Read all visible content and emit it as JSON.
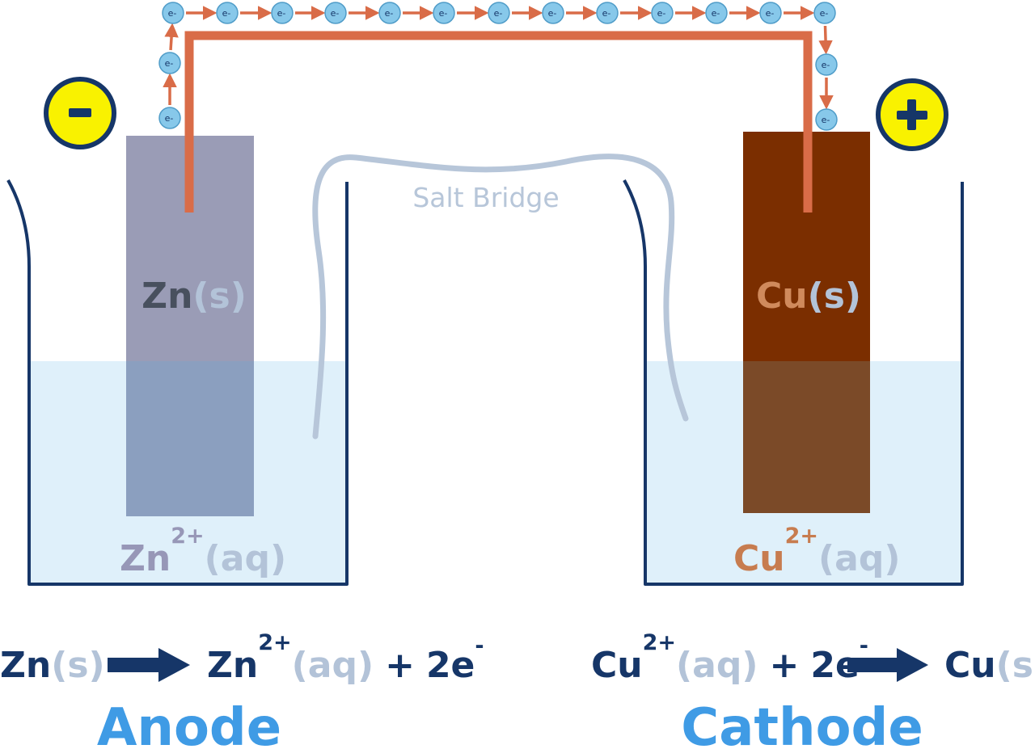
{
  "colors": {
    "beaker_outline": "#163668",
    "solution": "#dff0fa",
    "zinc_electrode": "#9a9cb6",
    "copper_electrode": "#7b2e00",
    "wire": "#d96c48",
    "electron_fill": "#87c8ea",
    "electron_stroke": "#4f9cc8",
    "salt_bridge": "#b7c6d9",
    "dark_text": "#163668",
    "state_text": "#b3c3d8",
    "zn_text": "#48505e",
    "zn_ion_text": "#9797b7",
    "cu_text": "#d08a5c",
    "cu_ion_text": "#c77c4f",
    "title_blue": "#3f9be5",
    "terminal_fill": "#f9f200",
    "terminal_ring": "#163668"
  },
  "electron": {
    "symbol": "e",
    "charge": "-"
  },
  "terminals": {
    "negative": "-",
    "positive": "+"
  },
  "salt_bridge": {
    "label": "Salt Bridge"
  },
  "anode": {
    "electrode_symbol": "Zn",
    "electrode_state": "(s)",
    "ion_symbol": "Zn",
    "ion_charge": "2+",
    "ion_state": "(aq)",
    "title": "Anode",
    "equation": {
      "reactant_symbol": "Zn",
      "reactant_state": "(s)",
      "product_symbol": "Zn",
      "product_charge": "2+",
      "product_state": "(aq)",
      "plus": "+",
      "electrons": "2e",
      "electrons_charge": "-"
    }
  },
  "cathode": {
    "electrode_symbol": "Cu",
    "electrode_state": "(s)",
    "ion_symbol": "Cu",
    "ion_charge": "2+",
    "ion_state": "(aq)",
    "title": "Cathode",
    "equation": {
      "reactant_symbol": "Cu",
      "reactant_charge": "2+",
      "reactant_state": "(aq)",
      "plus": "+",
      "electrons": "2e",
      "electrons_charge": "-",
      "product_symbol": "Cu",
      "product_state": "(s)"
    }
  }
}
